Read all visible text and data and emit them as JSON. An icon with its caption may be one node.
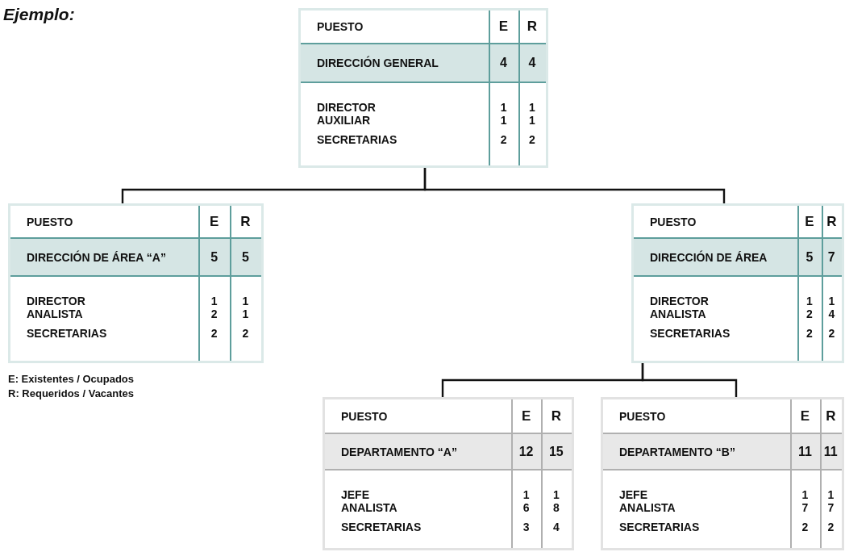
{
  "diagram": {
    "title": "Ejemplo:",
    "nodes": [
      {
        "text": [
          "PUESTO",
          "E",
          "R",
          "DIRECCIÓN GENERAL",
          "4",
          "4",
          "DIRECTOR",
          "1",
          "1",
          "AUXILIAR",
          "1",
          "1",
          "SECRETARIAS",
          "2",
          "2"
        ]
      },
      {
        "text": [
          "PUESTO",
          "E",
          "R",
          "DIRECCIÓN DE ÁREA “A”",
          "5",
          "5",
          "DIRECTOR",
          "1",
          "1",
          "ANALISTA",
          "2",
          "1",
          "SECRETARIAS",
          "2",
          "2"
        ]
      },
      {
        "text": [
          "PUESTO",
          "E",
          "R",
          "DIRECCIÓN DE ÁREA",
          "5",
          "7",
          "DIRECTOR",
          "1",
          "1",
          "ANALISTA",
          "2",
          "4",
          "SECRETARIAS",
          "2",
          "2"
        ]
      },
      {
        "text": [
          "PUESTO",
          "E",
          "R",
          "DEPARTAMENTO “A”",
          "12",
          "15",
          "JEFE",
          "1",
          "1",
          "ANALISTA",
          "6",
          "8",
          "SECRETARIAS",
          "3",
          "4"
        ]
      },
      {
        "text": [
          "PUESTO",
          "E",
          "R",
          "DEPARTAMENTO “B”",
          "11",
          "11",
          "JEFE",
          "1",
          "1",
          "ANALISTA",
          "7",
          "7",
          "SECRETARIAS",
          "2",
          "2"
        ]
      }
    ],
    "edges": [
      {
        "from": 0,
        "to": 1,
        "arrow": "none"
      },
      {
        "from": 0,
        "to": 2,
        "arrow": "none"
      },
      {
        "from": 2,
        "to": 3,
        "arrow": "none"
      },
      {
        "from": 2,
        "to": 4,
        "arrow": "none"
      }
    ],
    "labels": [
      "E: Existentes / Ocupados",
      "R: Requeridos / Vacantes"
    ]
  }
}
